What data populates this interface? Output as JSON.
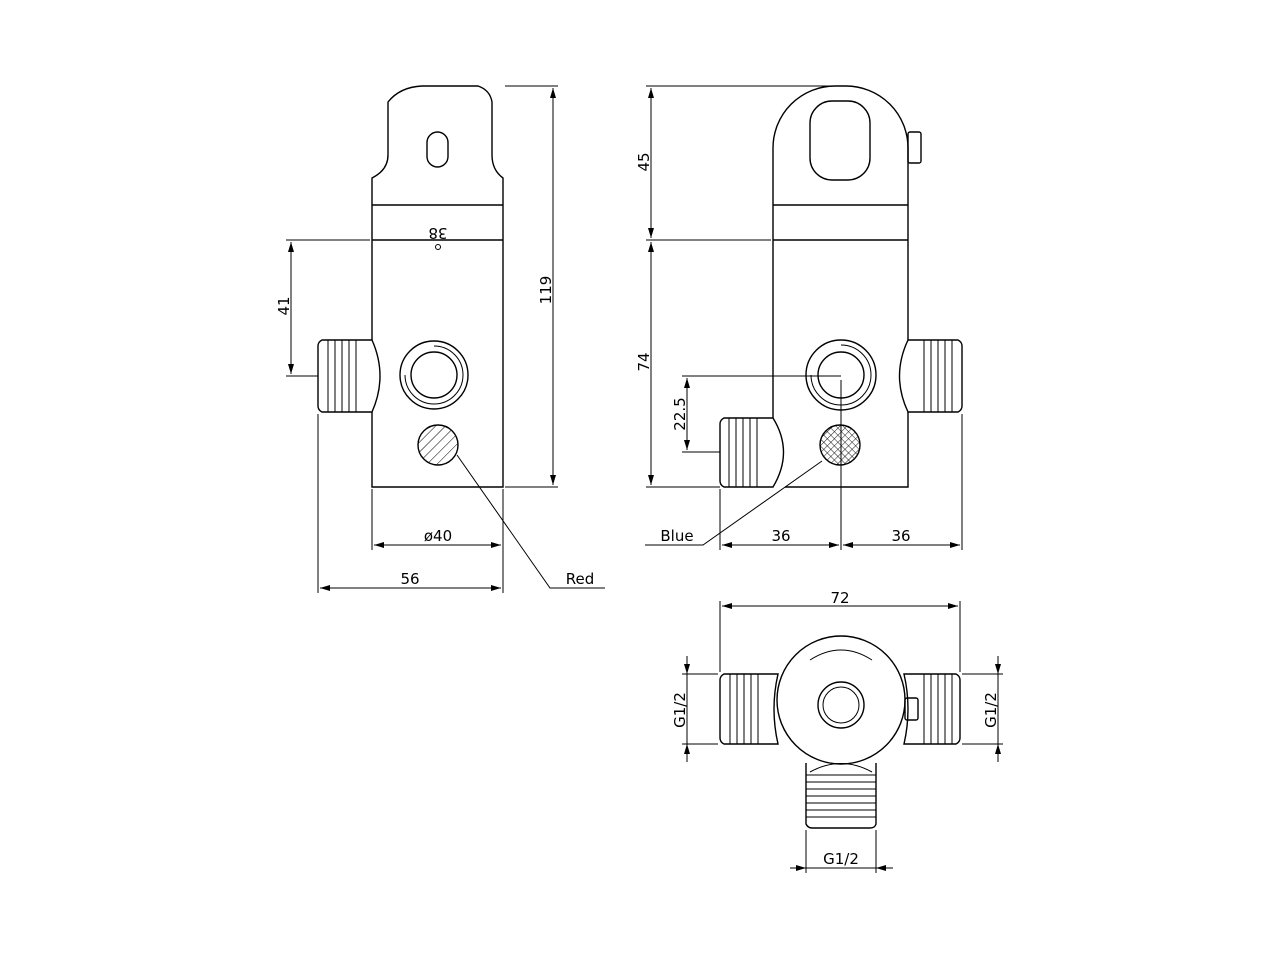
{
  "front_view": {
    "dim_height": "119",
    "dim_inlet_height": "41",
    "dim_body_diameter": "ø40",
    "dim_overall_width": "56",
    "dim_top_width": "38",
    "indicator_label": "Red",
    "indicator_color": "red"
  },
  "side_view": {
    "dim_top_height": "45",
    "dim_lower_height": "74",
    "dim_offset": "22.5",
    "dim_left_width": "36",
    "dim_right_width": "36",
    "indicator_label": "Blue",
    "indicator_color": "blue"
  },
  "bottom_view": {
    "dim_overall_width": "72",
    "thread_left": "G1/2",
    "thread_right": "G1/2",
    "thread_bottom": "G1/2"
  }
}
